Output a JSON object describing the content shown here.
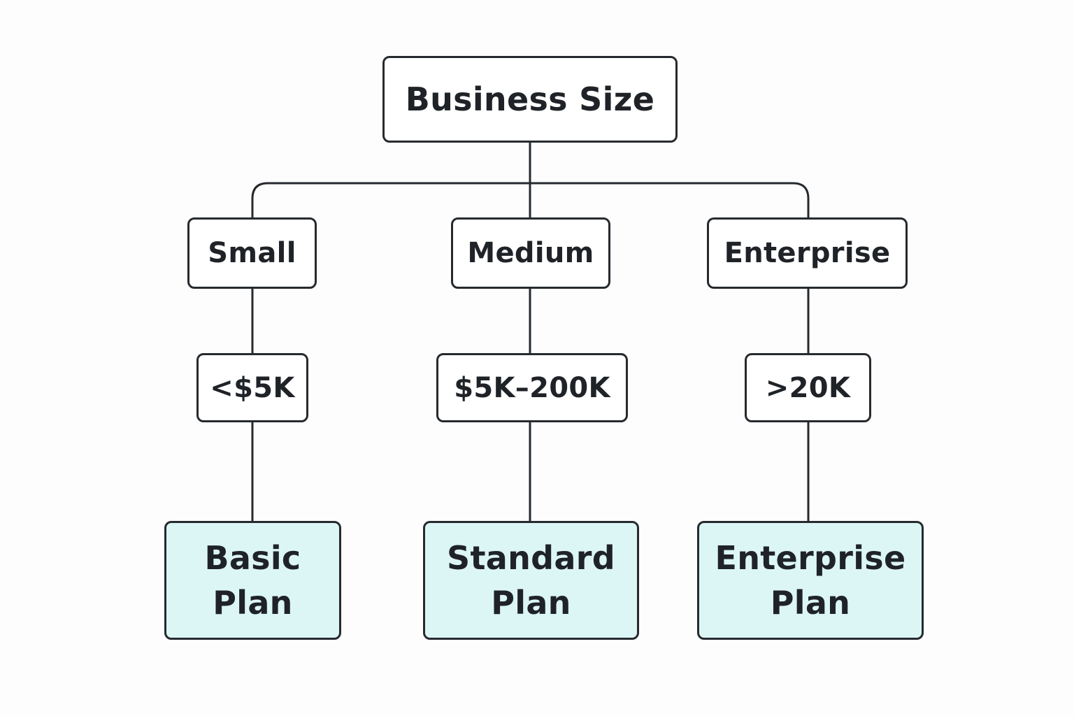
{
  "root": {
    "label": "Business Size"
  },
  "branches": [
    {
      "size": "Small",
      "range": "<$5K",
      "plan_line1": "Basic",
      "plan_line2": "Plan"
    },
    {
      "size": "Medium",
      "range": "$5K–200K",
      "plan_line1": "Standard",
      "plan_line2": "Plan"
    },
    {
      "size": "Enterprise",
      "range": ">20K",
      "plan_line1": "Enterprise",
      "plan_line2": "Plan"
    }
  ],
  "colors": {
    "line": "#262a2e",
    "node_fill": "#ffffff",
    "plan_fill": "#dcf6f5",
    "background": "#fdfdfd"
  }
}
